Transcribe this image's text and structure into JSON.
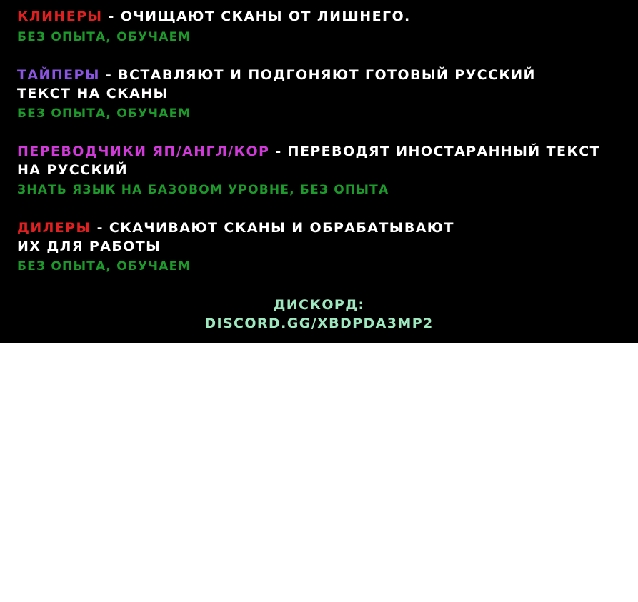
{
  "sections": [
    {
      "role": "клинеры",
      "role_color": "#e02020",
      "desc_line1": " - очищают сканы от лишнего.",
      "note": "без опыта, обучаем"
    },
    {
      "role": "тайперы",
      "role_color": "#8a55e0",
      "desc_line1": " - вставляют и подгоняют готовый русский",
      "desc_line2": "текст на сканы",
      "note": "без опыта, обучаем"
    },
    {
      "role": "переводчики яп/англ/кор",
      "role_color": "#d03ad8",
      "desc_line1": " - переводят иностаранный текст",
      "desc_line2": "на русский",
      "note": "знать язык на базовом уровне, без опыта"
    },
    {
      "role": "дилеры",
      "role_color": "#e02020",
      "desc_line1": " - скачивают сканы и обрабатывают",
      "desc_line2": "их для работы",
      "note": "без опыта, обучаем"
    }
  ],
  "discord": {
    "label": "дискорд:",
    "link": "discord.gg/xbdpda3mp2"
  },
  "colors": {
    "background": "#000000",
    "body_text": "#ffffff",
    "note_text": "#1e9a2c",
    "discord_text": "#9fe8c0"
  }
}
